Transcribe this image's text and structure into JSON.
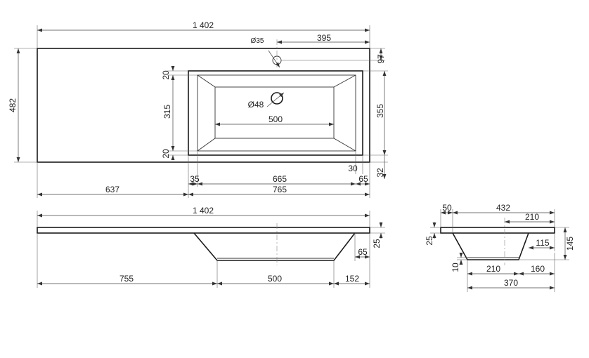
{
  "top_view": {
    "overall_length": "1 402",
    "overall_depth": "482",
    "tap_hole_dia": "Ø35",
    "tap_hole_offset": "395",
    "tap_hole_from_back": "97",
    "basin_margin_top": "20",
    "basin_inner_depth": "315",
    "basin_margin_bottom": "20",
    "drain_dia": "Ø48",
    "basin_inner_width": "500",
    "basin_outer_depth": "355",
    "front_edge_small": "30",
    "front_edge_depth": "32",
    "basin_side_left": "35",
    "basin_width_outer": "665",
    "basin_side_right": "65",
    "left_shelf": "637",
    "basin_block": "765"
  },
  "front_view": {
    "overall_length": "1 402",
    "slab_thickness": "25",
    "basin_side": "65",
    "left_offset": "755",
    "bowl_width": "500",
    "right_offset": "152"
  },
  "side_view": {
    "top_left": "50",
    "overall_depth": "432",
    "bowl_half_top": "210",
    "slab_thickness": "25",
    "overall_height": "145",
    "bowl_bottom_half": "115",
    "bottom_thickness": "10",
    "bowl_bottom_left": "210",
    "bowl_bottom_right": "160",
    "bowl_bottom_width": "370"
  }
}
